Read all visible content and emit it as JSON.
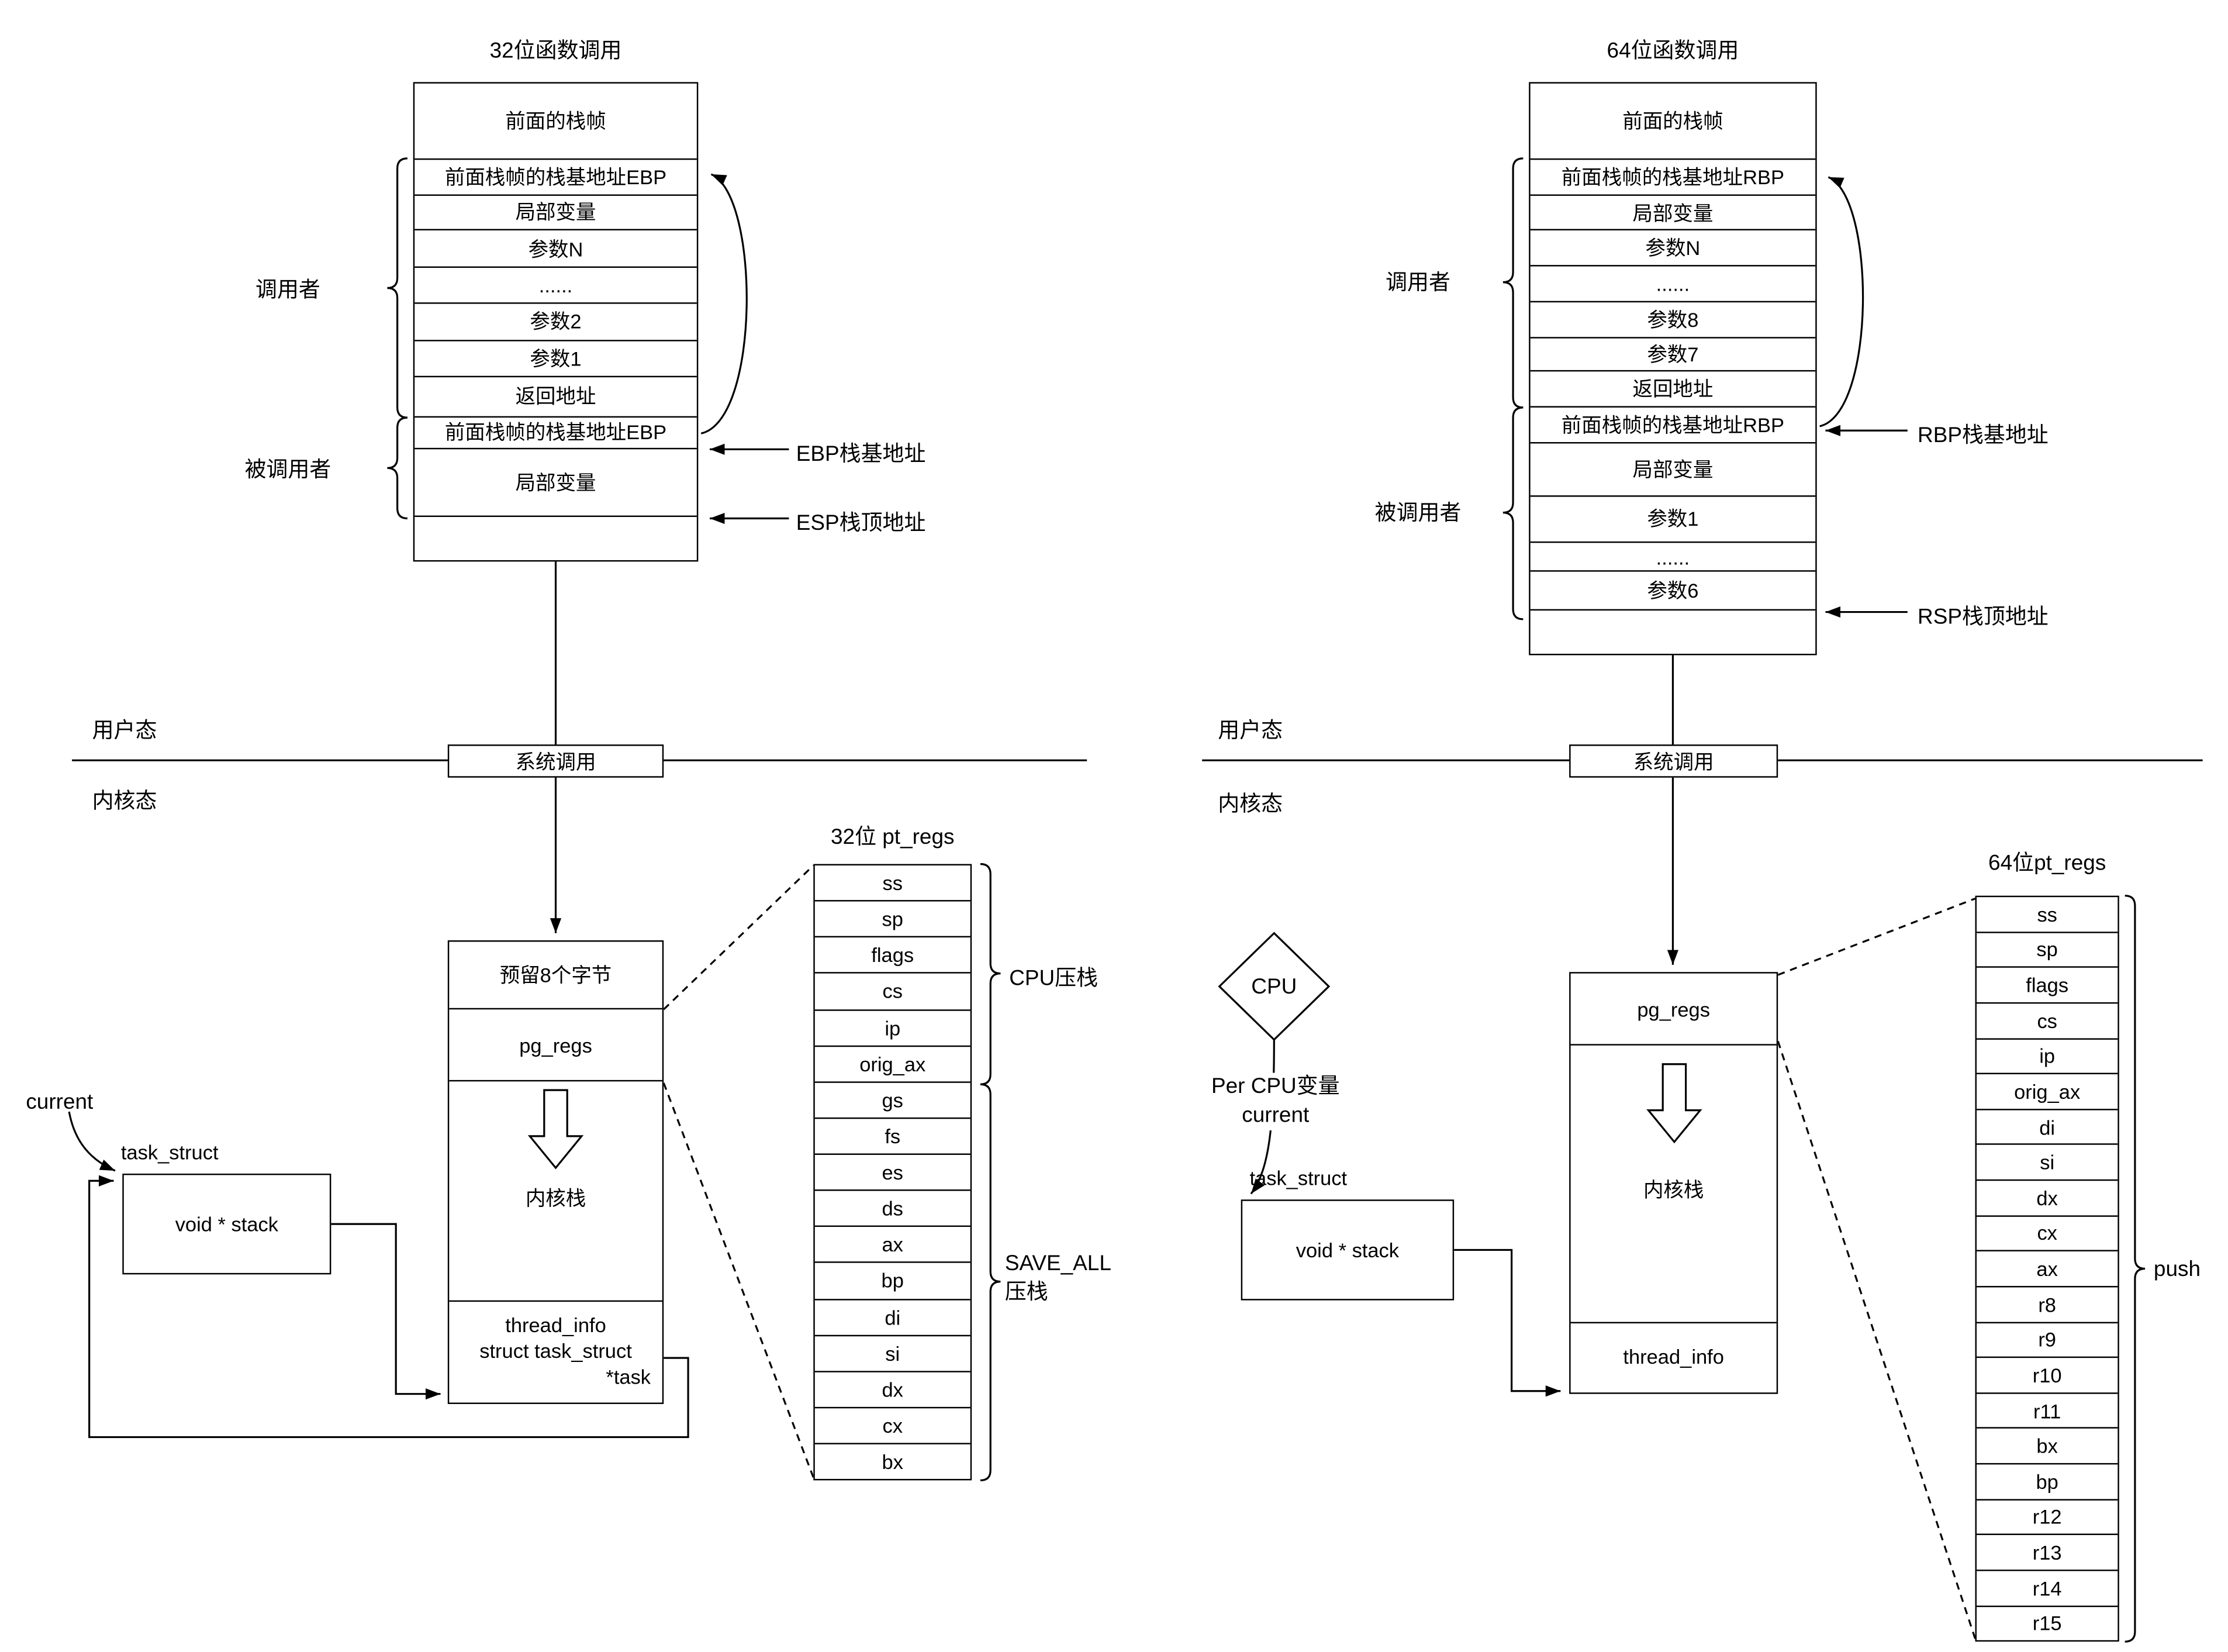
{
  "left": {
    "title": "32位函数调用",
    "user_stack": [
      "前面的栈帧",
      "前面栈帧的栈基地址EBP",
      "局部变量",
      "参数N",
      "......",
      "参数2",
      "参数1",
      "返回地址",
      "前面栈帧的栈基地址EBP",
      "局部变量",
      ""
    ],
    "caller_label": "调用者",
    "callee_label": "被调用者",
    "ebp_label": "EBP栈基地址",
    "esp_label": "ESP栈顶地址",
    "user_mode": "用户态",
    "kernel_mode": "内核态",
    "syscall": "系统调用",
    "kernel": {
      "reserved": "预留8个字节",
      "pg_regs": "pg_regs",
      "kernel_stack": "内核栈",
      "thread_info_lines": [
        "thread_info",
        "struct task_struct",
        "*task"
      ]
    },
    "current_label": "current",
    "task_struct_label": "task_struct",
    "task_struct_field": "void * stack",
    "pt_regs": {
      "title": "32位 pt_regs",
      "cells": [
        "ss",
        "sp",
        "flags",
        "cs",
        "ip",
        "orig_ax",
        "gs",
        "fs",
        "es",
        "ds",
        "ax",
        "bp",
        "di",
        "si",
        "dx",
        "cx",
        "bx"
      ],
      "cpu_push_label": "CPU压栈",
      "save_all_label": "SAVE_ALL\n压栈"
    }
  },
  "right": {
    "title": "64位函数调用",
    "user_stack": [
      "前面的栈帧",
      "前面栈帧的栈基地址RBP",
      "局部变量",
      "参数N",
      "......",
      "参数8",
      "参数7",
      "返回地址",
      "前面栈帧的栈基地址RBP",
      "局部变量",
      "参数1",
      "......",
      "参数6",
      ""
    ],
    "caller_label": "调用者",
    "callee_label": "被调用者",
    "rbp_label": "RBP栈基地址",
    "rsp_label": "RSP栈顶地址",
    "user_mode": "用户态",
    "kernel_mode": "内核态",
    "syscall": "系统调用",
    "cpu_label": "CPU",
    "percpu_label": "Per CPU变量\ncurrent",
    "kernel": {
      "pg_regs": "pg_regs",
      "kernel_stack": "内核栈",
      "thread_info": "thread_info"
    },
    "task_struct_label": "task_struct",
    "task_struct_field": "void * stack",
    "pt_regs": {
      "title": "64位pt_regs",
      "cells": [
        "ss",
        "sp",
        "flags",
        "cs",
        "ip",
        "orig_ax",
        "di",
        "si",
        "dx",
        "cx",
        "ax",
        "r8",
        "r9",
        "r10",
        "r11",
        "bx",
        "bp",
        "r12",
        "r13",
        "r14",
        "r15"
      ],
      "push_label": "push"
    }
  }
}
